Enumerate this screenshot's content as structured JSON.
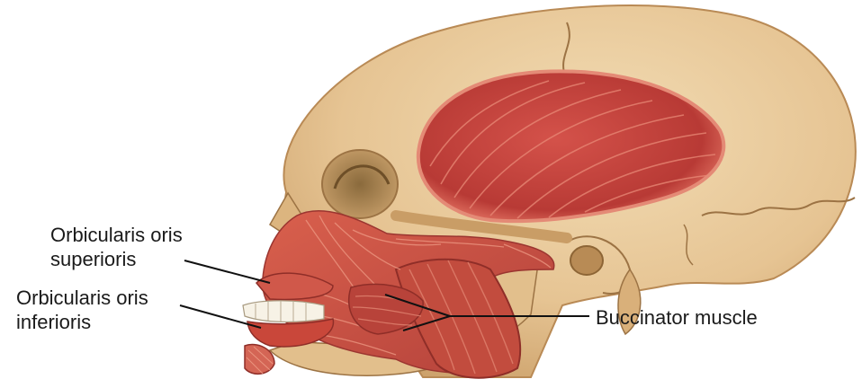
{
  "labels": {
    "orbicularis_superioris": {
      "line1": "Orbicularis oris",
      "line2": "superioris"
    },
    "orbicularis_inferioris": {
      "line1": "Orbicularis oris",
      "line2": "inferioris"
    },
    "buccinator": "Buccinator muscle"
  },
  "colors": {
    "bone": "#e8c99a",
    "bone_shadow": "#c9a06b",
    "muscle": "#c9473a",
    "muscle_light": "#e07a63",
    "leader_line": "#111111"
  }
}
